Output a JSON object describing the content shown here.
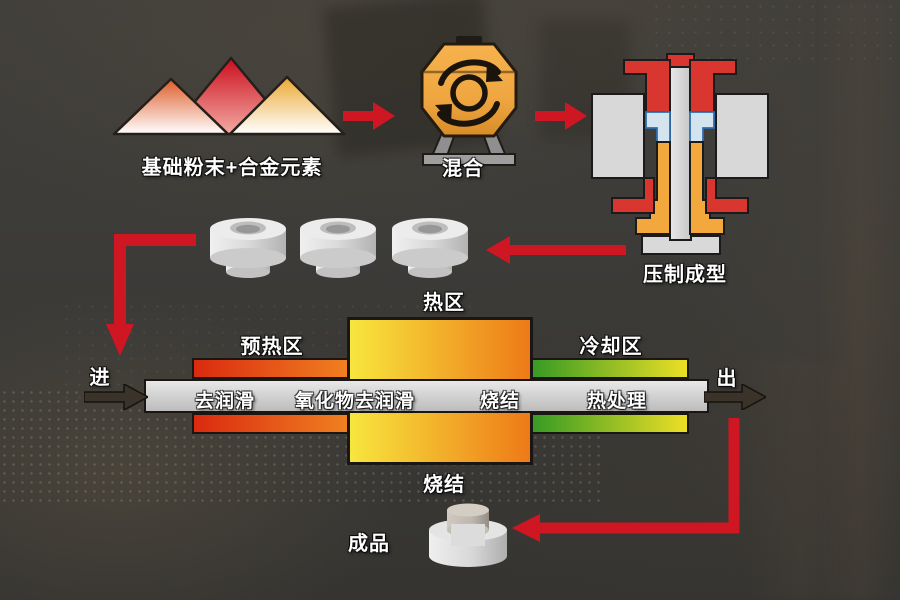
{
  "diagram": {
    "subject": "powder-metallurgy-process-flow",
    "colors": {
      "flow_arrow_red": "#cf1623",
      "conveyor_arrow_dark": "#3a332a",
      "preheat_gradient": [
        "#da2a10",
        "#f08020"
      ],
      "hot_zone_gradient": [
        "#f7e63e",
        "#ee7a17"
      ],
      "cooling_gradient": [
        "#379b24",
        "#ecdf25"
      ],
      "mixer_orange": "#f0a844",
      "press_red": "#d8362e",
      "press_orange": "#f2a83c",
      "press_powder_blue": "#d3e4ef",
      "metal_gray": "#d9d9d9",
      "background_dark": "#3c3b38"
    },
    "flow": {
      "powder_label": "基础粉末+合金元素",
      "mixing_label": "混合",
      "pressing_label": "压制成型",
      "product_label": "成品"
    },
    "furnace": {
      "zone_preheat": "预热区",
      "zone_hot": "热区",
      "zone_cool": "冷却区",
      "zone_hot_bottom": "烧结",
      "belt_steps": [
        "去润滑",
        "氧化物去润滑",
        "烧结",
        "热处理"
      ],
      "entry": "进",
      "exit": "出"
    }
  }
}
